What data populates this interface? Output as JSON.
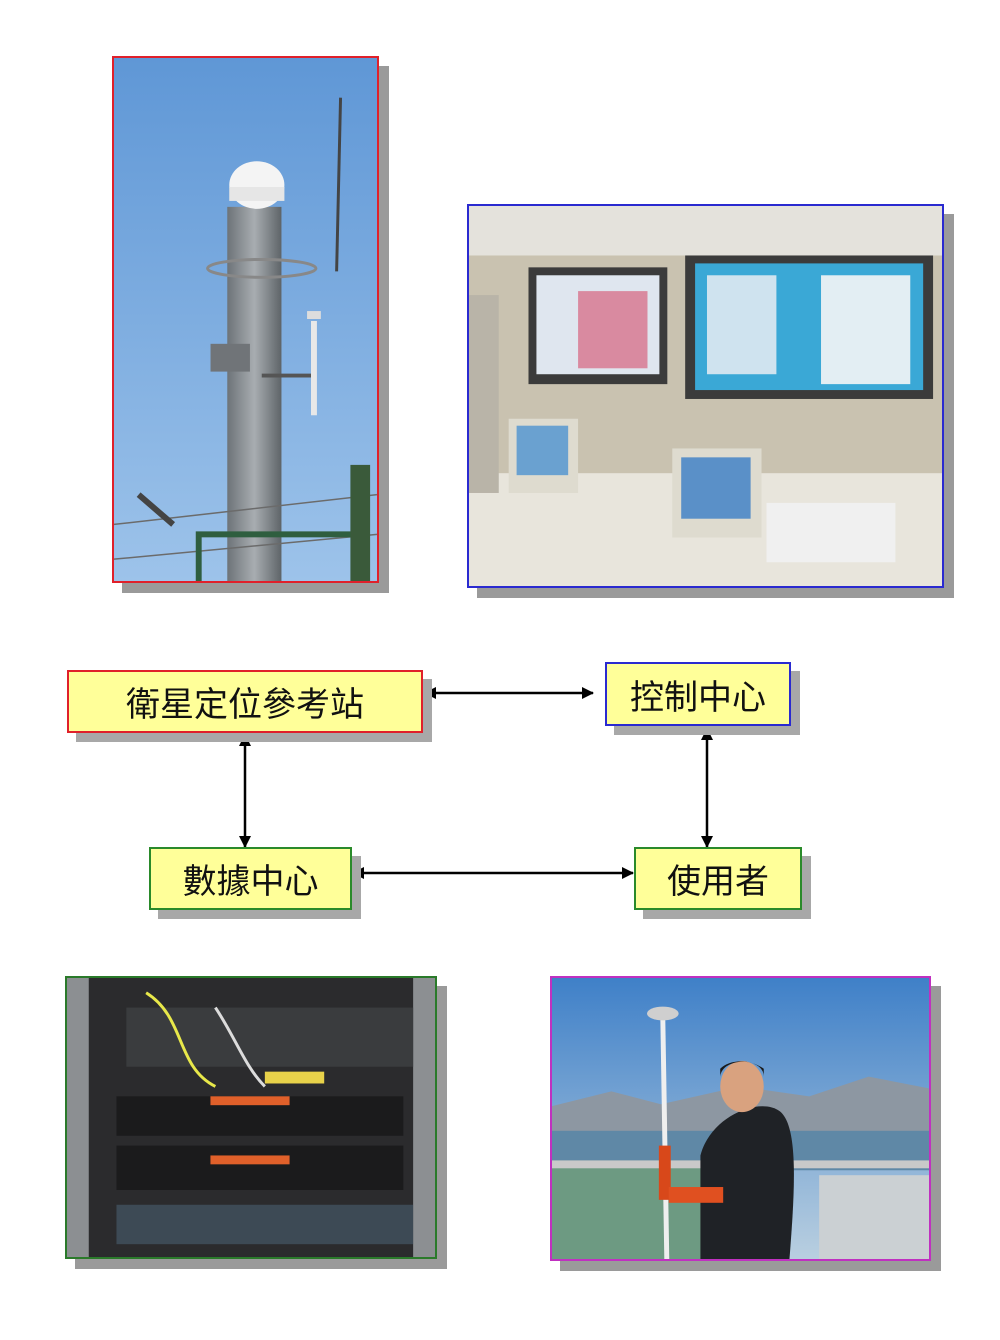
{
  "nodes": {
    "reference_station": {
      "label": "衛星定位參考站",
      "border": "#e0202a"
    },
    "control_center": {
      "label": "控制中心",
      "border": "#2a2ad0"
    },
    "data_center": {
      "label": "數據中心",
      "border": "#2a8a2a"
    },
    "user": {
      "label": "使用者",
      "border": "#2a8a2a"
    }
  },
  "photos": {
    "antenna_photo": {
      "border": "#e0202a"
    },
    "control_room_photo": {
      "border": "#2a2ad0"
    },
    "server_rack_photo": {
      "border": "#2a7a2a"
    },
    "field_user_photo": {
      "border": "#c030c0"
    }
  },
  "colors": {
    "node_fill": "#ffff99",
    "arrow": "#000000"
  }
}
